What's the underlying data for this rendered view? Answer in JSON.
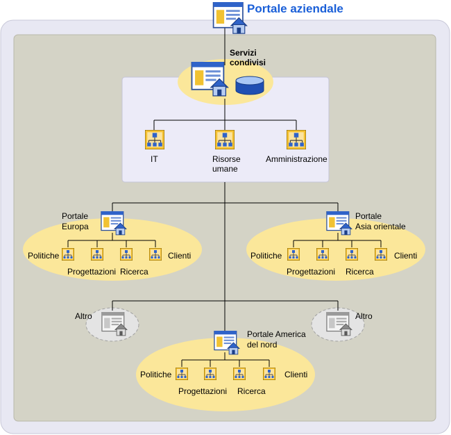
{
  "title": "Portale aziendale",
  "shared_services": {
    "label_line1": "Servizi",
    "label_line2": "condivisi",
    "departments": [
      {
        "label": "IT"
      },
      {
        "label_line1": "Risorse",
        "label_line2": "umane"
      },
      {
        "label": "Amministrazione"
      }
    ]
  },
  "portals": {
    "europe": {
      "label_line1": "Portale",
      "label_line2": "Europa",
      "items": [
        "Politiche",
        "Progettazioni",
        "Ricerca",
        "Clienti"
      ]
    },
    "asia": {
      "label_line1": "Portale",
      "label_line2": "Asia orientale",
      "items": [
        "Politiche",
        "Progettazioni",
        "Ricerca",
        "Clienti"
      ]
    },
    "america": {
      "label_line1": "Portale America",
      "label_line2": "del nord",
      "items": [
        "Politiche",
        "Progettazioni",
        "Ricerca",
        "Clienti"
      ]
    }
  },
  "other_left": "Altro",
  "other_right": "Altro",
  "colors": {
    "outer_panel": "#e8e8f3",
    "inner_panel": "#d4d3c6",
    "shared_box": "#ecebf8",
    "ellipse": "#fbe79a",
    "other_ellipse": "#e4e4e4",
    "title": "#1a5fd8"
  }
}
